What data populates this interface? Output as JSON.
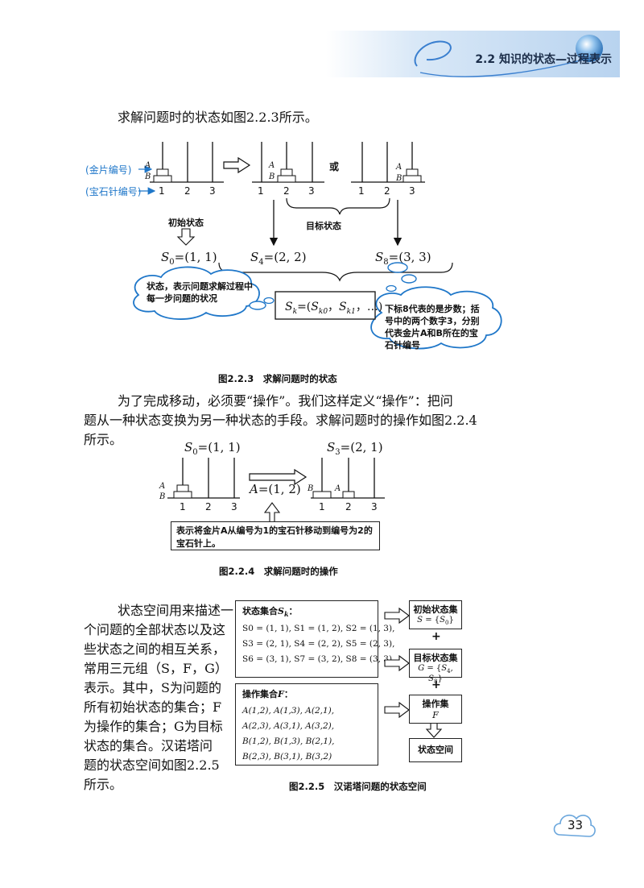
{
  "header": {
    "section": "2.2  知识的状态—过程表示"
  },
  "intro": "求解问题时的状态如图2.2.3所示。",
  "fig223": {
    "label_disk": "金片编号",
    "label_peg": "宝石针编号",
    "disk_a": "A",
    "disk_b": "B",
    "peg_nums": [
      "1",
      "2",
      "3"
    ],
    "or": "或",
    "initial_state": "初始状态",
    "target_state": "目标状态",
    "s0": "S0=(1, 1)",
    "s4": "S4=(2, 2)",
    "s8": "S8=(3, 3)",
    "sk": "Sk=(Sk0, Sk1, …)",
    "cloud_left": "状态，表示问题求解过程中每一步问题的状况",
    "cloud_right": "下标8代表的是步数；括号中的两个数字3，分别代表金片A和B所在的宝石针编号",
    "caption": "图2.2.3　求解问题时的状态"
  },
  "para2": [
    "为了完成移动，必须要“操作”。我们这样定义“操作”：把问",
    "题从一种状态变换为另一种状态的手段。求解问题时的操作如图2.2.4",
    "所示。"
  ],
  "fig224": {
    "s0": "S0=(1, 1)",
    "s3": "S3=(2, 1)",
    "op": "A=(1, 2)",
    "note": "表示将金片A从编号为1的宝石针移动到编号为2的宝石针上。",
    "caption": "图2.2.4　求解问题时的操作"
  },
  "para3": [
    "状态空间用来描述一",
    "个问题的全部状态以及这",
    "些状态之间的相互关系，",
    "常用三元组（S，F，G）",
    "表示。其中，S为问题的",
    "所有初始状态的集合；F",
    "为操作的集合；G为目标",
    "状态的集合。汉诺塔问",
    "题的状态空间如图2.2.5",
    "所示。"
  ],
  "fig225": {
    "state_set_title": "状态集合Sk：",
    "state_rows": [
      "S0 = (1, 1),  S1 = (1, 2), S2 = (1, 3),",
      "S3 = (2, 1),  S4 = (2, 2),  S5 = (2, 3),",
      "S6 = (3, 1),  S7 = (3, 2),  S8 = (3, 3)"
    ],
    "op_set_title": "操作集合F：",
    "op_rows": [
      "A(1,2),  A(1,3),  A(2,1),",
      "A(2,3),  A(3,1),  A(3,2),",
      "B(1,2),  B(1,3),  B(2,1),",
      "B(2,3),  B(3,1),  B(3,2)"
    ],
    "init_title": "初始状态集",
    "init_expr": "S = {S0}",
    "goal_title": "目标状态集",
    "goal_expr": "G = {S4, S8}",
    "opset_title": "操作集",
    "opset_expr": "F",
    "space": "状态空间",
    "plus": "+",
    "caption": "图2.2.5　汉诺塔问题的状态空间"
  },
  "page_number": "33"
}
